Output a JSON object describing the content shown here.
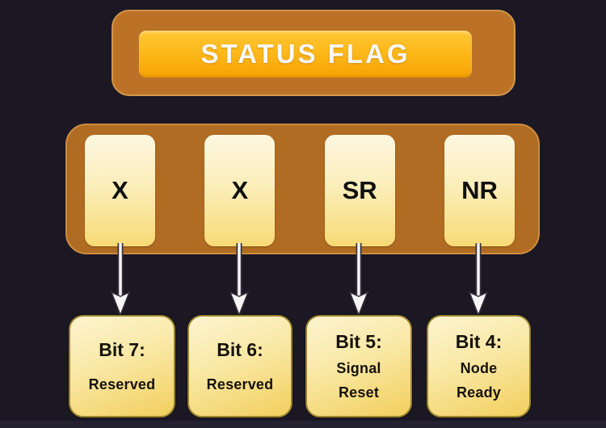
{
  "header": {
    "title": "STATUS FLAG"
  },
  "register": {
    "cells": [
      {
        "label": "X"
      },
      {
        "label": "X"
      },
      {
        "label": "SR"
      },
      {
        "label": "NR"
      }
    ]
  },
  "bits": [
    {
      "title": "Bit 7:",
      "lines": [
        "Reserved"
      ]
    },
    {
      "title": "Bit 6:",
      "lines": [
        "Reserved"
      ]
    },
    {
      "title": "Bit 5:",
      "lines": [
        "Signal",
        "Reset"
      ]
    },
    {
      "title": "Bit 4:",
      "lines": [
        "Node",
        "Ready"
      ]
    }
  ],
  "colors": {
    "background": "#1b1824",
    "header_outer_brown": "#bc7226",
    "header_border_tan": "#d2964e",
    "gold_plate_top": "#ffc734",
    "gold_plate_bottom": "#f7a303",
    "register_brown": "#b16c23",
    "cell_cream_top": "#fdf7e0",
    "cell_gold_bottom": "#f8da74",
    "bitbox_cream_top": "#fdf4d0",
    "bitbox_gold_bottom": "#f2cf5e",
    "bitbox_border": "#9c8430",
    "arrow_white": "#f5f5f5",
    "text_dark": "#16120a",
    "title_white": "#f8f8f8"
  }
}
